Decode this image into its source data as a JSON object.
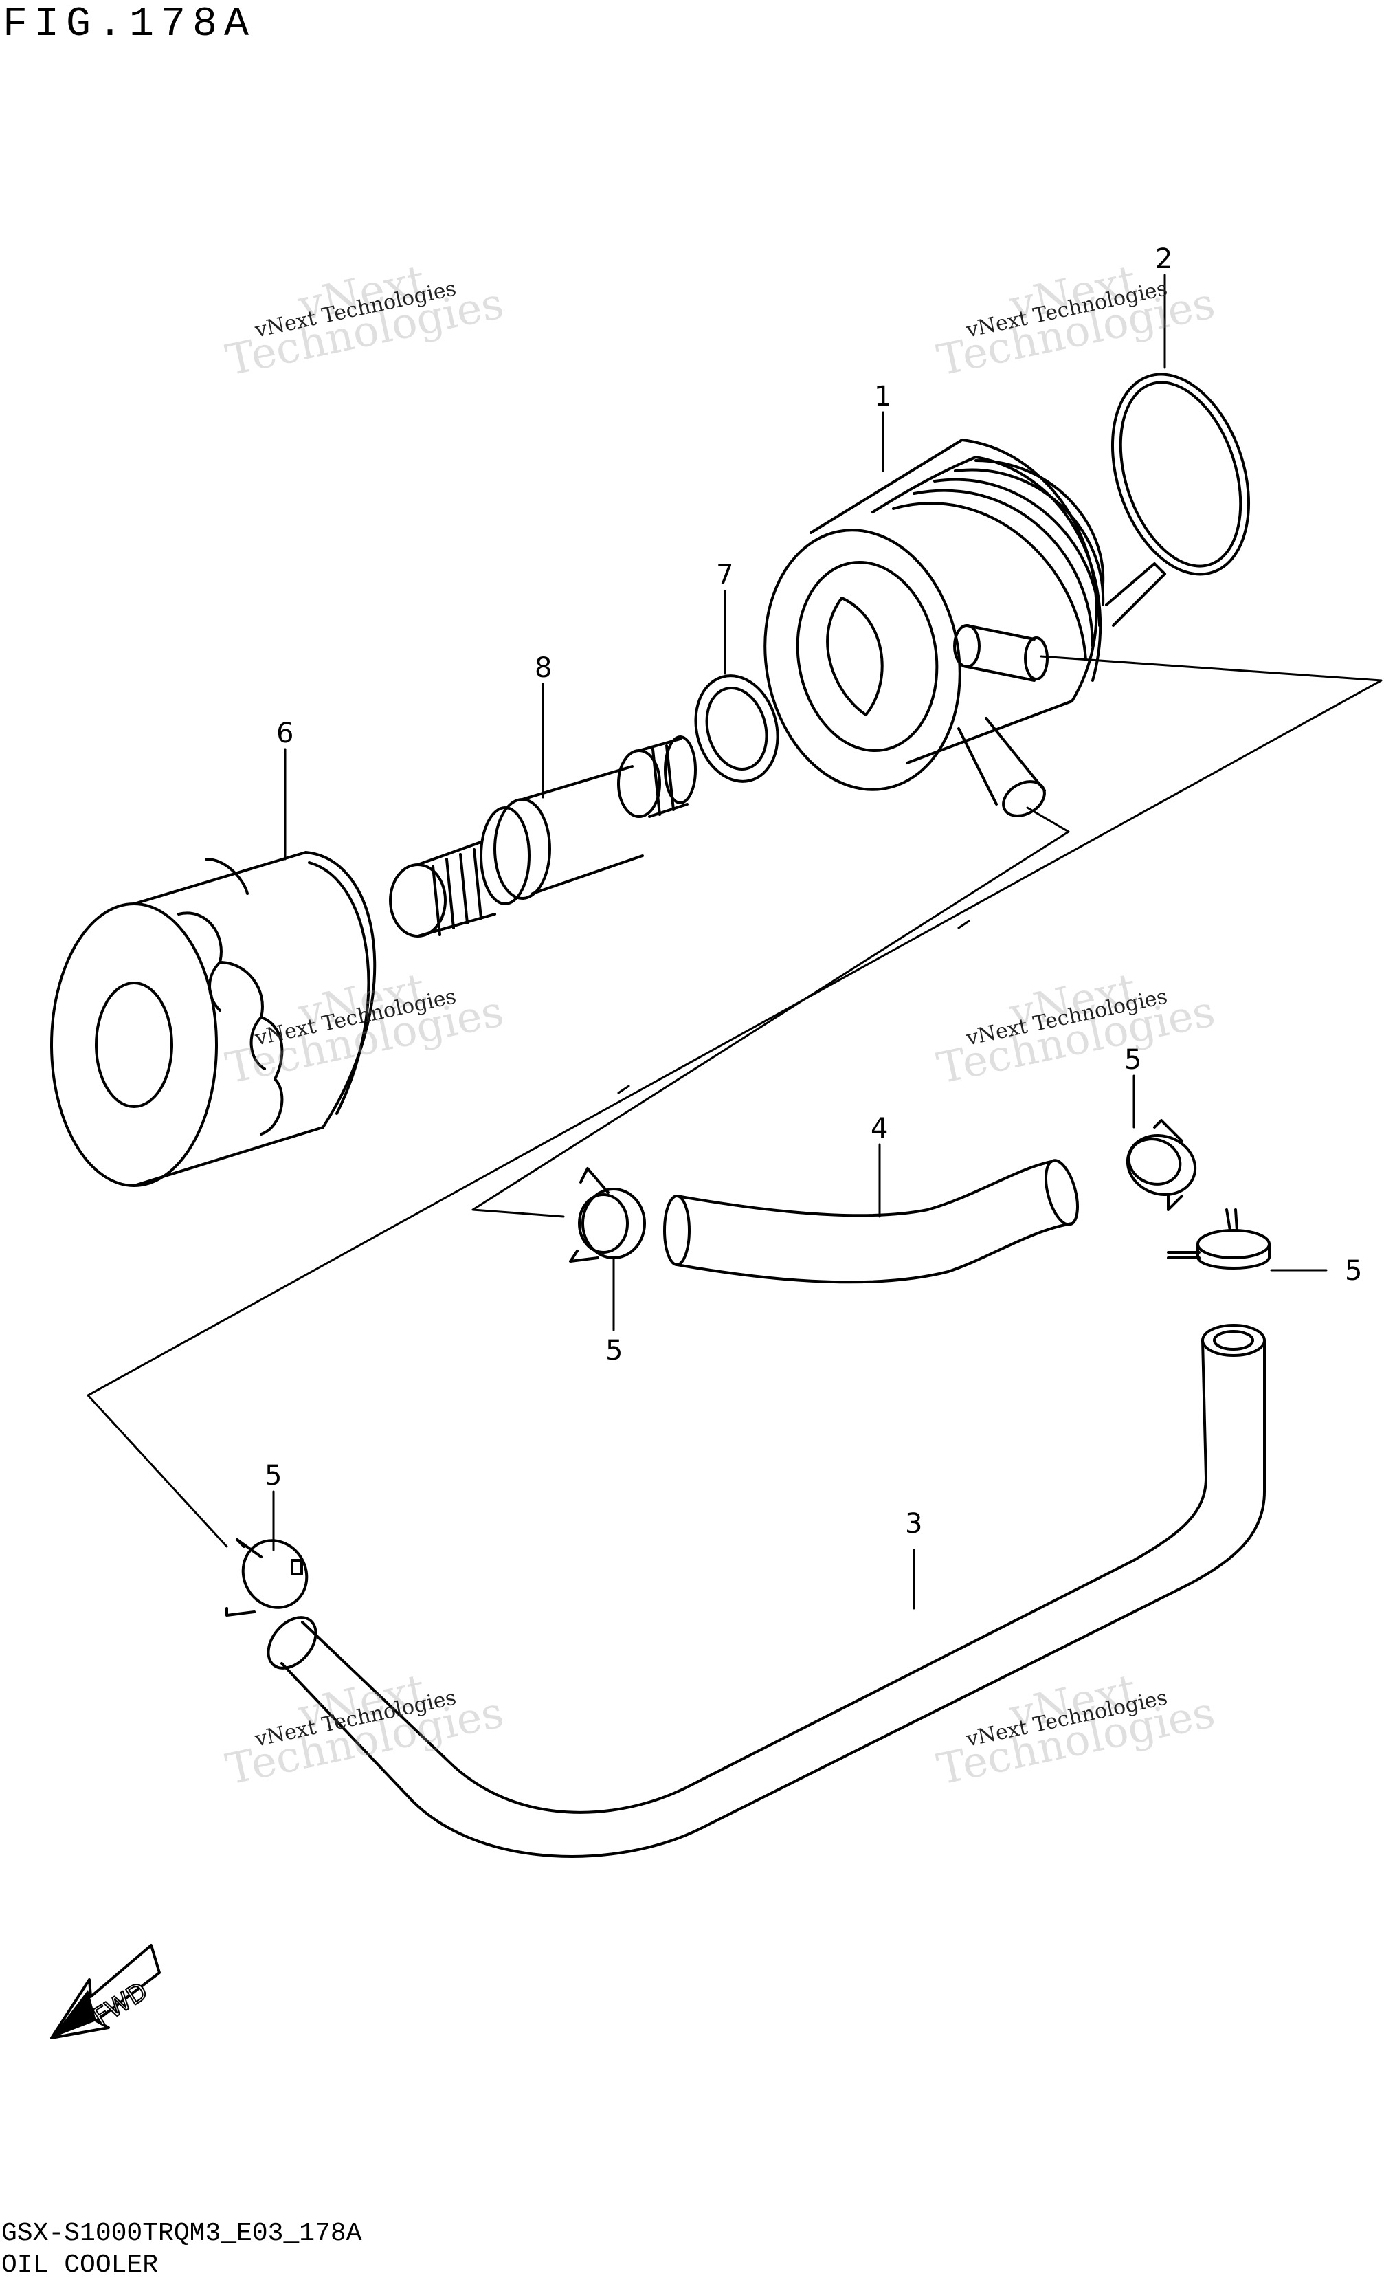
{
  "header": {
    "figure_title": "FIG.178A"
  },
  "footer": {
    "model_code": "GSX-S1000TRQM3_E03_178A",
    "section_name": "OIL COOLER"
  },
  "watermark": {
    "line1": "vNext",
    "line2": "Technologies",
    "caption": "vNext Technologies"
  },
  "fwd_label": "FWD",
  "callouts": {
    "p1": "1",
    "p2": "2",
    "p3": "3",
    "p4": "4",
    "p5a": "5",
    "p5b": "5",
    "p5c": "5",
    "p5d": "5",
    "p6": "6",
    "p7": "7",
    "p8": "8"
  }
}
